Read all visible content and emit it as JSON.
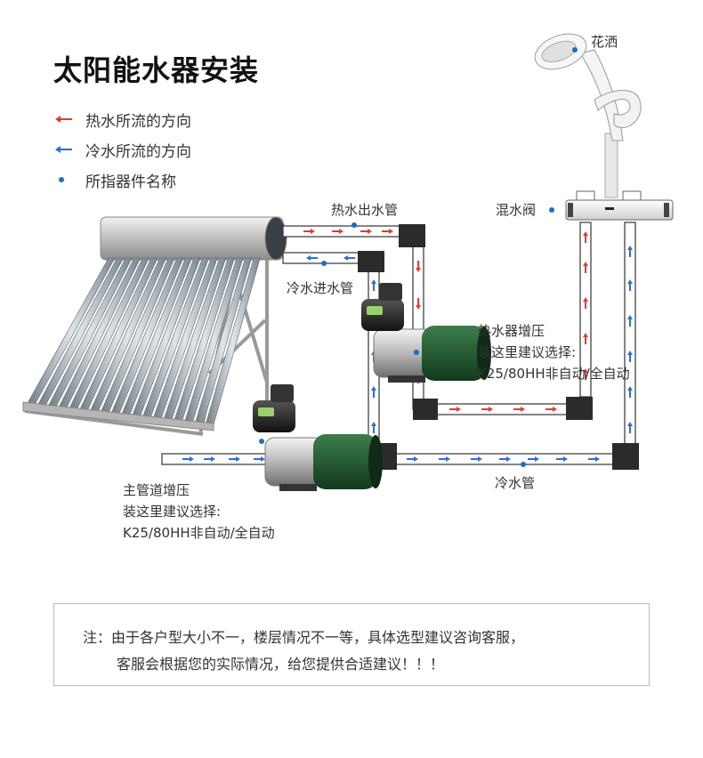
{
  "title": "太阳能水器安装",
  "legend": [
    {
      "text": "热水所流的方向",
      "icon": "red-arrow-icon",
      "color": "#e23b2e"
    },
    {
      "text": "冷水所流的方向",
      "icon": "blue-arrow-icon",
      "color": "#2a6fd6"
    },
    {
      "text": "所指器件名称",
      "icon": "blue-dot-icon",
      "color": "#1a6fc4"
    }
  ],
  "labels": {
    "shower": "花洒",
    "mixing_valve": "混水阀",
    "hot_out_pipe": "热水出水管",
    "cold_in_pipe": "冷水进水管",
    "cold_pipe": "冷水管",
    "heater_booster_l1": "热水器增压",
    "heater_booster_l2": "装这里建议选择:",
    "heater_booster_l3": "K25/80HH非自动/全自动",
    "main_booster_l1": "主管道增压",
    "main_booster_l2": "装这里建议选择:",
    "main_booster_l3": "K25/80HH非自动/全自动"
  },
  "note": {
    "line1": "注：由于各户型大小不一，楼层情况不一等，具体选型建议咨询客服，",
    "line2": "客服会根据您的实际情况，给您提供合适建议！！！"
  },
  "colors": {
    "hot": "#e23b2e",
    "cold": "#2a6fd6",
    "pipe_edge": "#333333",
    "joint": "#2b2b2b"
  }
}
